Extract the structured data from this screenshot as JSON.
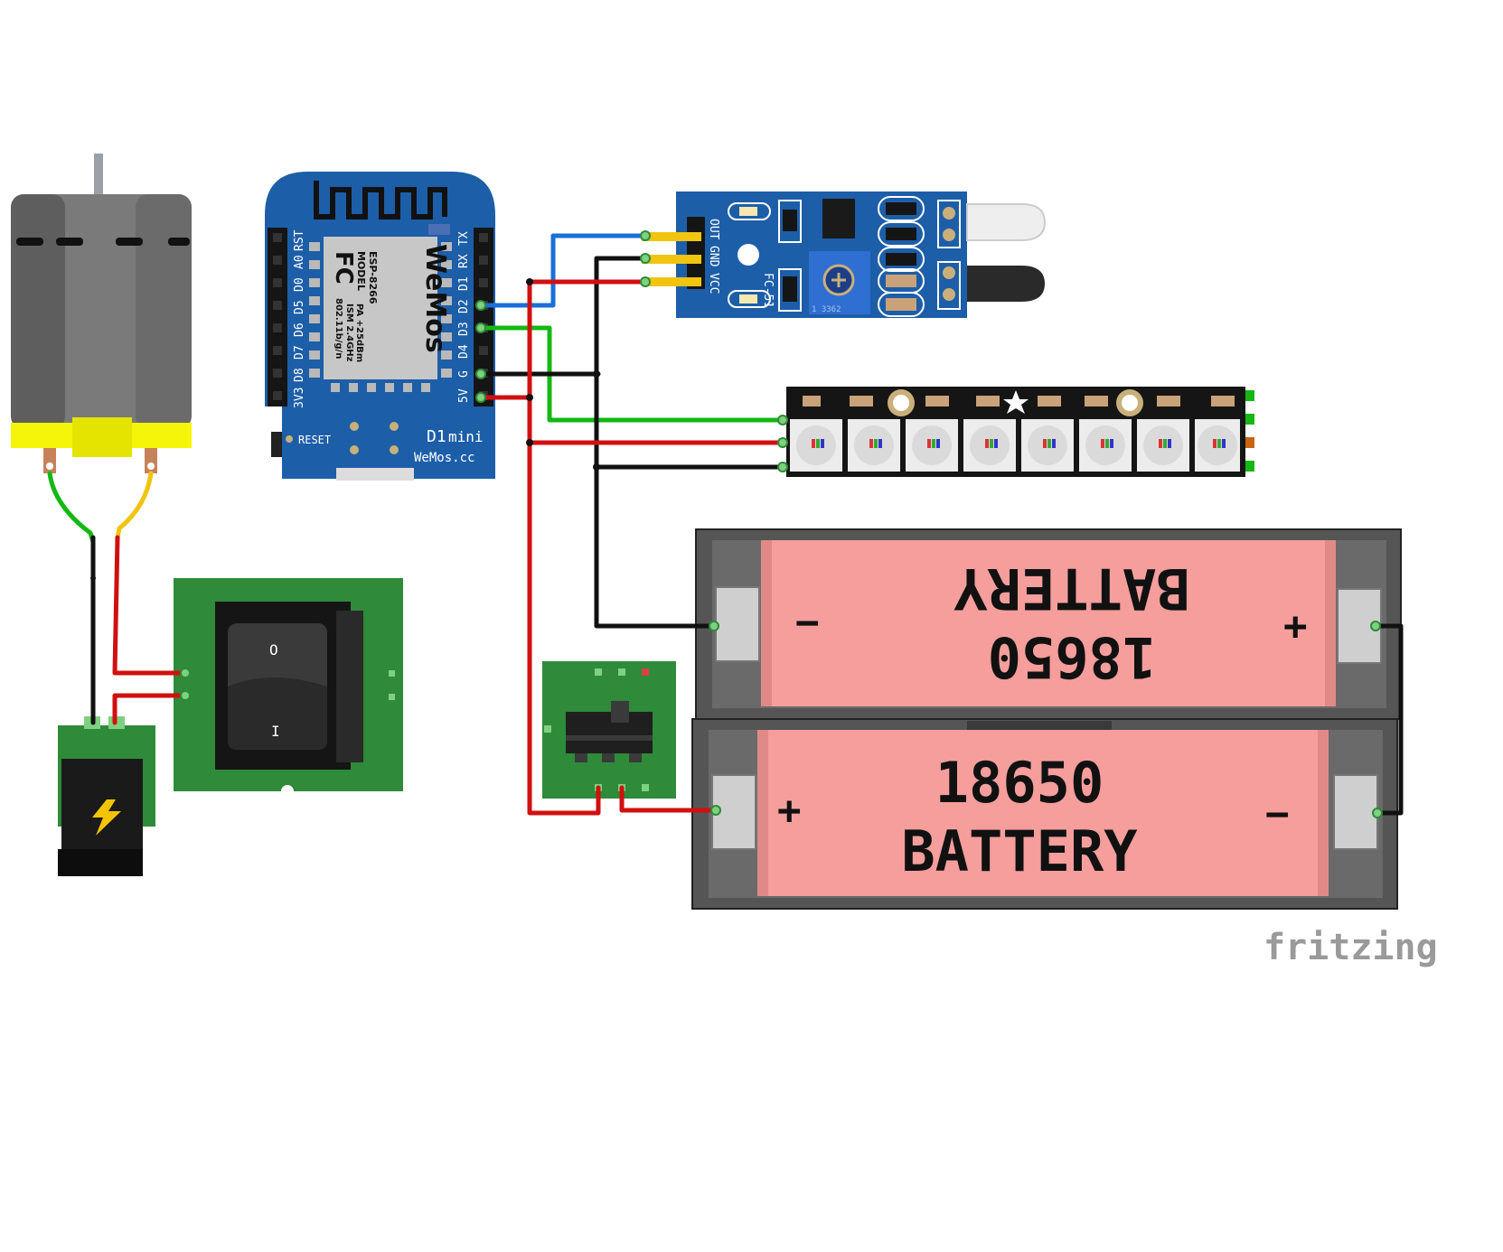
{
  "d1mini": {
    "left_pins": [
      "RST",
      "A0",
      "D0",
      "D5",
      "D6",
      "D7",
      "D8",
      "3V3"
    ],
    "right_pins": [
      "TX",
      "RX",
      "D1",
      "D2",
      "D3",
      "D4",
      "G",
      "5V"
    ],
    "reset_label": "RESET",
    "model_label": "D1",
    "model_suffix": "mini",
    "site_label": "WeMos.cc",
    "chip": {
      "brand": "WeMos",
      "fc": "FC",
      "model_word": "MODEL",
      "model": "ESP-8266",
      "band": "ISM 2.4GHz",
      "power": "PA +25dBm",
      "wifi": "802.11b/g/n"
    }
  },
  "ir_sensor": {
    "pins": [
      "OUT",
      "GND",
      "VCC"
    ],
    "board_label": "FC-51",
    "pot_label": "1 3362"
  },
  "battery_top": {
    "model": "18650",
    "label": "BATTERY",
    "minus": "−",
    "plus": "+"
  },
  "battery_bottom": {
    "model": "18650",
    "label": "BATTERY",
    "minus": "−",
    "plus": "+"
  },
  "rocker_switch": {
    "top_symbol": "O",
    "bottom_symbol": "I"
  },
  "watermark": "fritzing",
  "colors": {
    "board_blue": "#1d5ea8",
    "wire_red": "#d10f0f",
    "wire_black": "#111111",
    "wire_green": "#14b814",
    "wire_blue": "#1a6fd8",
    "wire_yellow": "#f1c40f",
    "pcb_green": "#2f8a3a",
    "battery_pink": "#f59e9c"
  }
}
